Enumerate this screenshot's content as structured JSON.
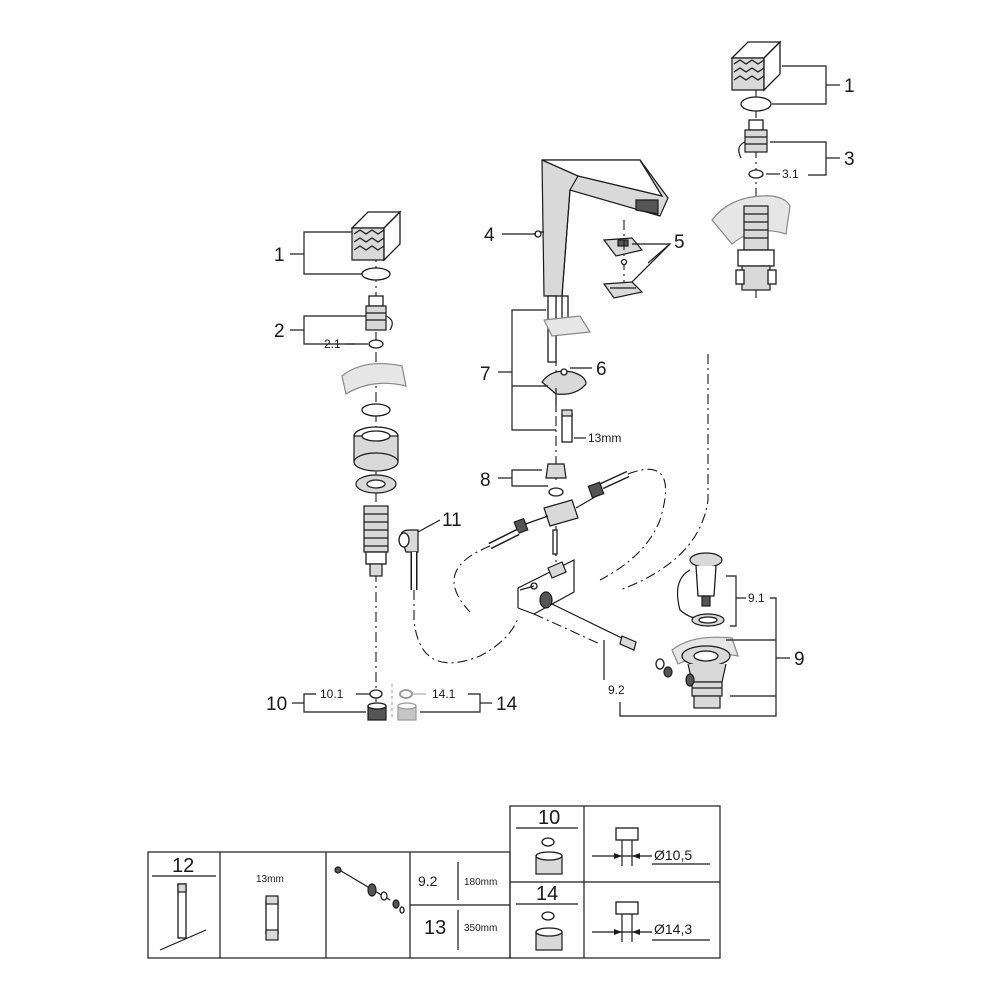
{
  "callouts": {
    "c1_right": "1",
    "c3": "3",
    "c3_1": "3.1",
    "c4": "4",
    "c5": "5",
    "c1_left": "1",
    "c2": "2",
    "c2_1": "2.1",
    "c7": "7",
    "c6": "6",
    "c13mm": "13mm",
    "c8": "8",
    "c11": "11",
    "c9_1": "9.1",
    "c9": "9",
    "c9_2": "9.2",
    "c10": "10",
    "c10_1": "10.1",
    "c14_1": "14.1",
    "c14": "14"
  },
  "tables": {
    "t12": "12",
    "t13mm": "13mm",
    "t9_2": "9.2",
    "t180": "180mm",
    "t13": "13",
    "t350": "350mm",
    "t10": "10",
    "t14": "14",
    "d10": "Ø10,5",
    "d14": "Ø14,3"
  },
  "colors": {
    "line": "#1a1a1a",
    "fill_gray": "#d9d9d9",
    "ghost": "#e6e6e6",
    "background": "#ffffff"
  },
  "icons": [
    "handle-cube-icon",
    "cartridge-icon",
    "spout-icon",
    "aerator-icon",
    "hose-icon",
    "pop-up-waste-icon",
    "nut-icon",
    "o-ring-icon",
    "mounting-tool-icon",
    "pull-rod-icon"
  ]
}
